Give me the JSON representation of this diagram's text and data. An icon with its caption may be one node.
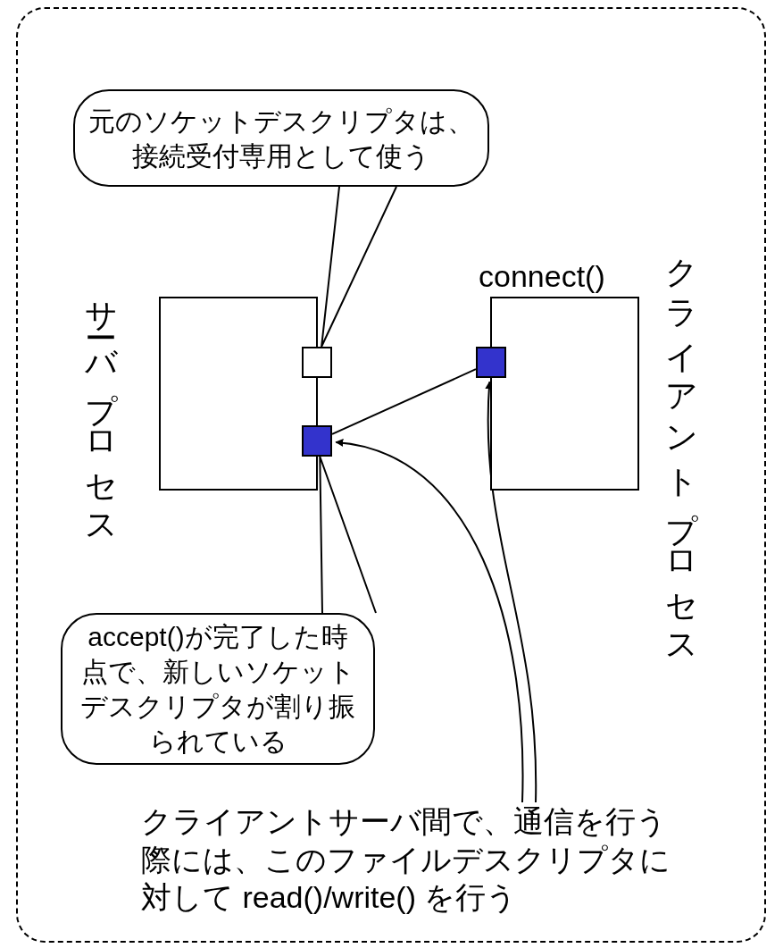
{
  "diagram": {
    "nodes": [
      {
        "text": [
          "サーバプロセス"
        ]
      },
      {
        "text": [
          "クライアントプロセス"
        ],
        "beside": [
          "connect()"
        ]
      },
      {
        "text": [],
        "shape": "box"
      },
      {
        "text": [],
        "shape": "box"
      },
      {
        "text": [],
        "shape": "box"
      },
      {
        "text": [
          "元のソケットデスクリプタは、接続受付専用として使う"
        ]
      },
      {
        "text": [
          "accept()が完了した時点で、新しいソケットデスクリプタが割り振られている"
        ]
      },
      {
        "text": [
          "クライアントサーバ間で、通信を行う際には、このファイルデスクリプタに対して read()/write() を行う"
        ]
      }
    ],
    "edges": [
      {
        "from": 3,
        "to": 4,
        "arrow": "none"
      },
      {
        "from": 5,
        "to": 2,
        "arrow": "none"
      },
      {
        "from": 6,
        "to": 3,
        "arrow": "none"
      },
      {
        "from": 7,
        "to": 3,
        "arrow": "to"
      },
      {
        "from": 7,
        "to": 4,
        "arrow": "to"
      }
    ]
  }
}
